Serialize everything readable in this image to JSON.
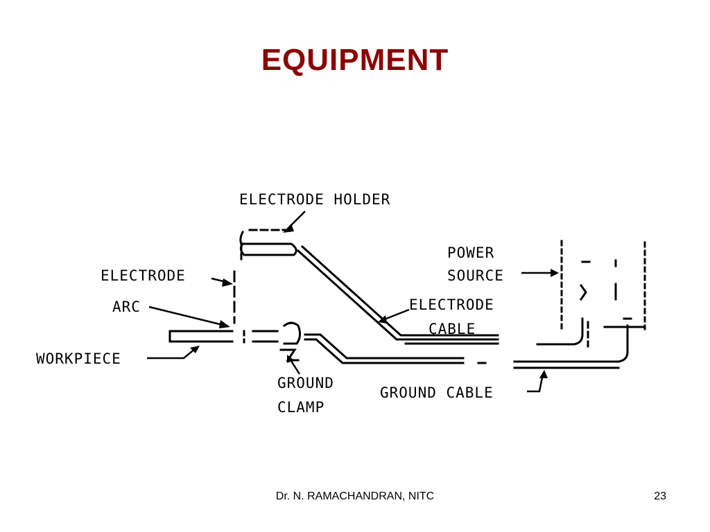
{
  "slide": {
    "title": "EQUIPMENT",
    "title_color": "#8b0000",
    "footer_author": "Dr. N. RAMACHANDRAN, NITC",
    "page_number": "23"
  },
  "diagram": {
    "labels": {
      "electrode_holder": "ELECTRODE HOLDER",
      "power_source_line1": "POWER",
      "power_source_line2": "SOURCE",
      "electrode": "ELECTRODE",
      "arc": "ARC",
      "electrode_cable": "ELECTRODE",
      "electrode_cable_line2": "CABLE",
      "workpiece": "WORKPIECE",
      "ground_clamp_line1": "GROUND",
      "ground_clamp_line2": "CLAMP",
      "ground_cable": "GROUND CABLE"
    }
  }
}
